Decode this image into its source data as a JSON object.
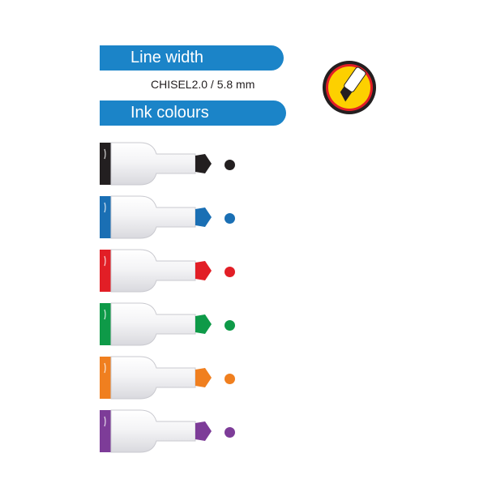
{
  "line_width": {
    "label": "Line width",
    "spec": "CHISEL2.0 / 5.8 mm",
    "icon": "chisel-tip-icon"
  },
  "ink_colours": {
    "label": "Ink colours",
    "colors": [
      {
        "name": "black",
        "hex": "#231f20"
      },
      {
        "name": "blue",
        "hex": "#1a6fb4"
      },
      {
        "name": "red",
        "hex": "#e21e26"
      },
      {
        "name": "green",
        "hex": "#0e9a48"
      },
      {
        "name": "orange",
        "hex": "#f07f1f"
      },
      {
        "name": "violet",
        "hex": "#7d3c98"
      }
    ]
  }
}
